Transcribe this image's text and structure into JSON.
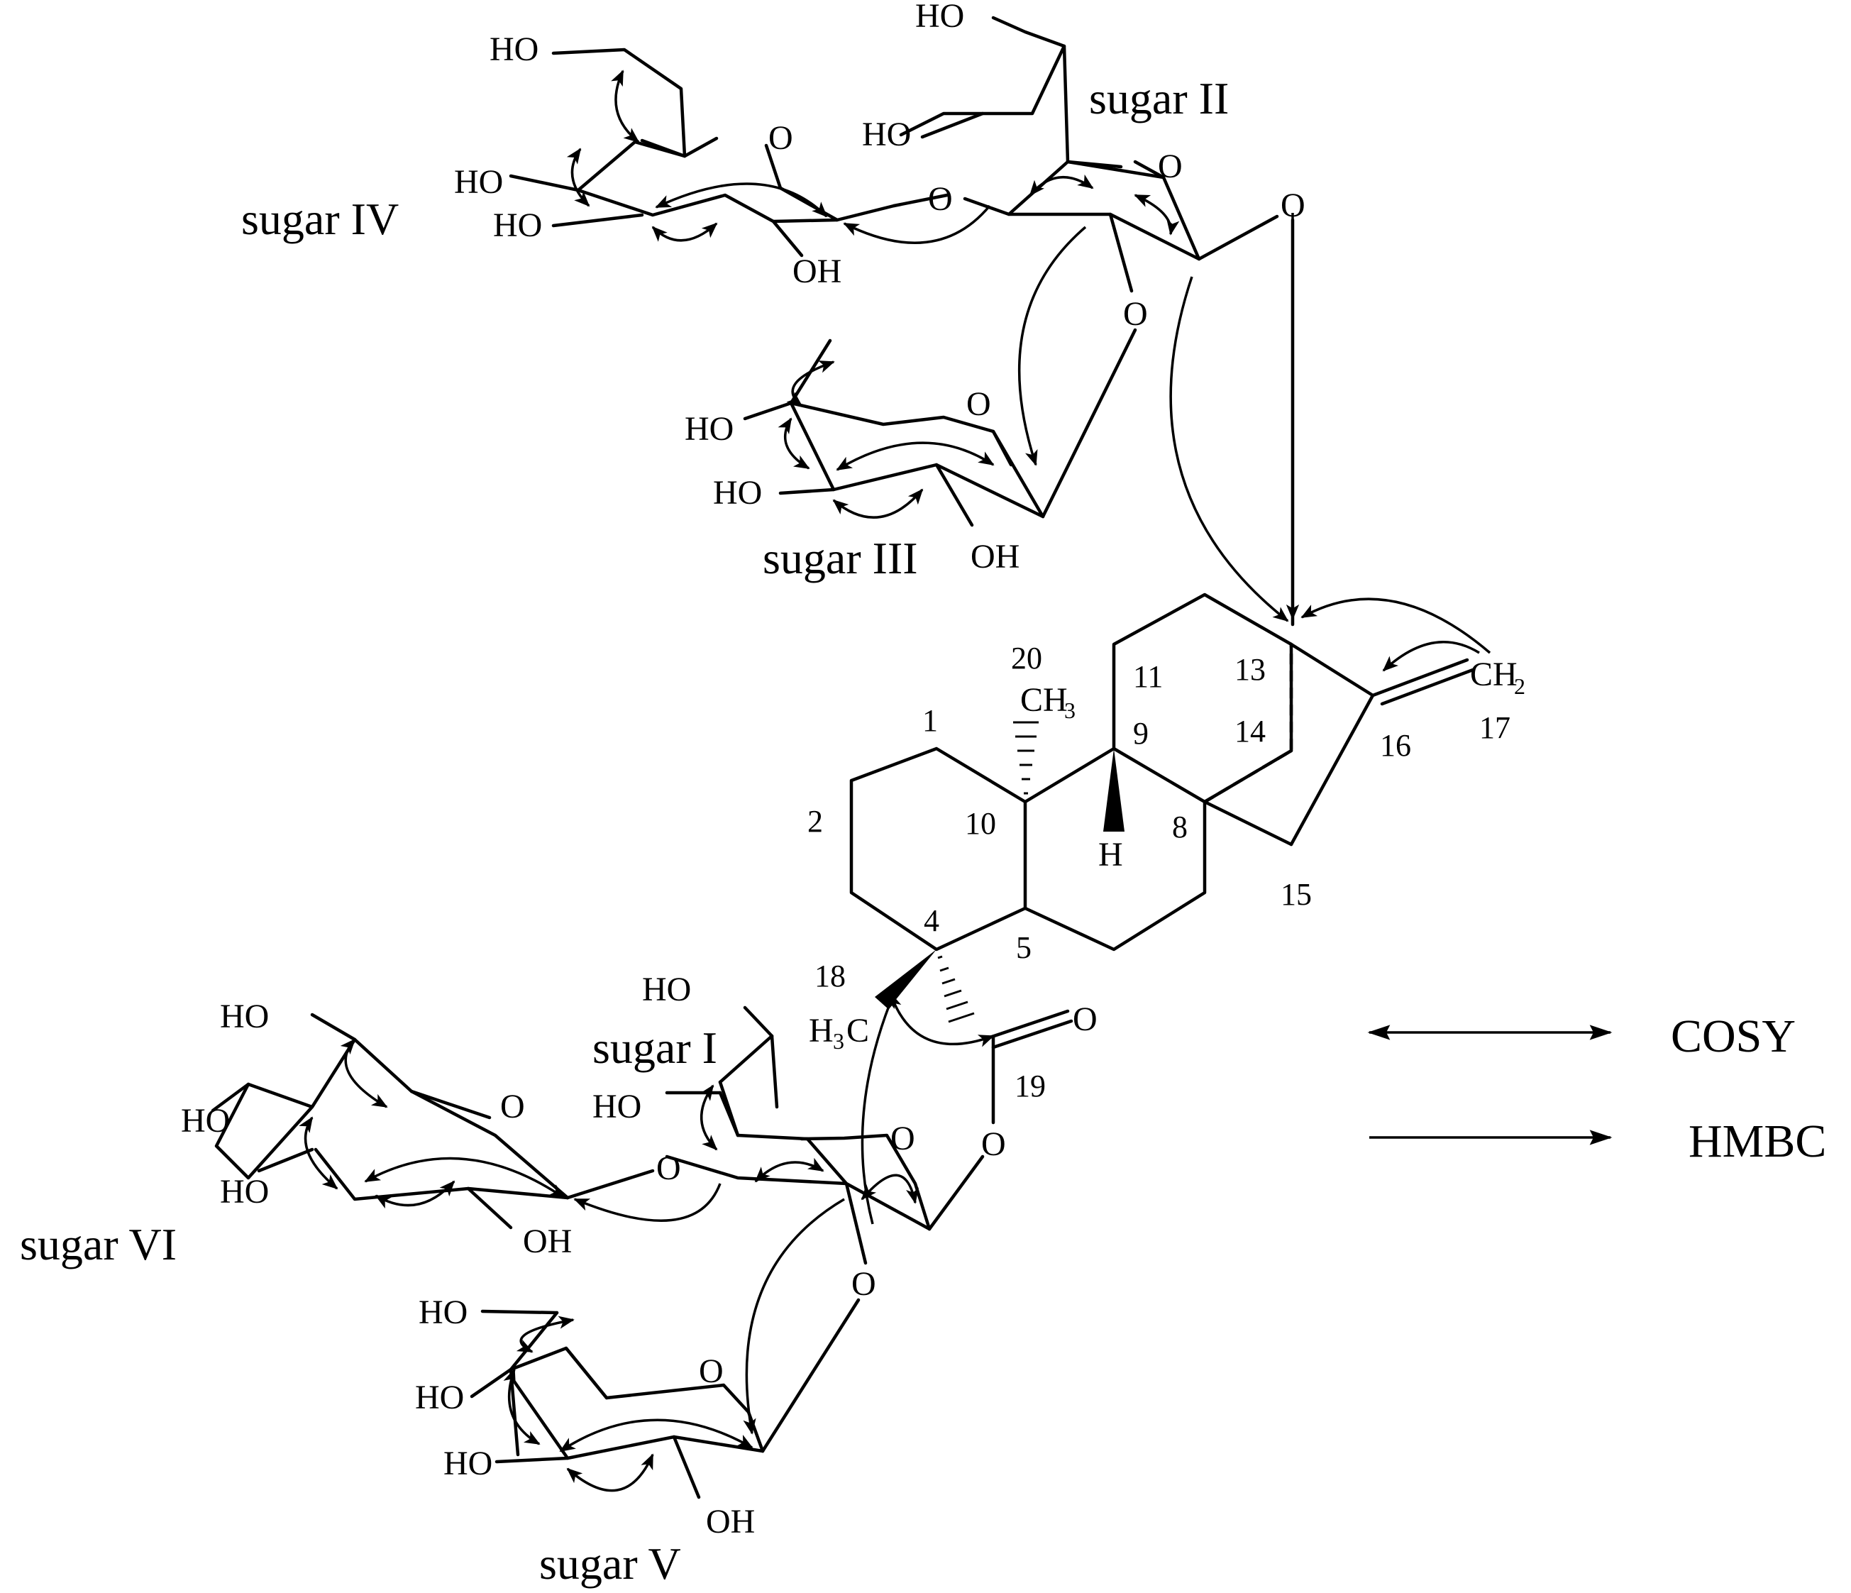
{
  "colors": {
    "ink": "#000000",
    "background": "#ffffff"
  },
  "atoms": {
    "ho": "HO",
    "oh": "OH",
    "o": "O",
    "h": "H",
    "ch": "CH",
    "ch_sub": "3",
    "h2c_h": "H",
    "h2c_c": "C",
    "h2c_sub": "3",
    "ch2_ch": "CH",
    "ch2_sub": "2"
  },
  "sugar_labels": {
    "sugar_1": "sugar I",
    "sugar_2": "sugar II",
    "sugar_3": "sugar III",
    "sugar_4": "sugar IV",
    "sugar_5": "sugar V",
    "sugar_6": "sugar VI"
  },
  "carbon_numbers": {
    "c1": "1",
    "c2": "2",
    "c4": "4",
    "c5": "5",
    "c8": "8",
    "c9": "9",
    "c10": "10",
    "c11": "11",
    "c13": "13",
    "c14": "14",
    "c15": "15",
    "c16": "16",
    "c17": "17",
    "c18": "18",
    "c19": "19",
    "c20": "20"
  },
  "legend": {
    "cosy": "COSY",
    "hmbc": "HMBC"
  }
}
